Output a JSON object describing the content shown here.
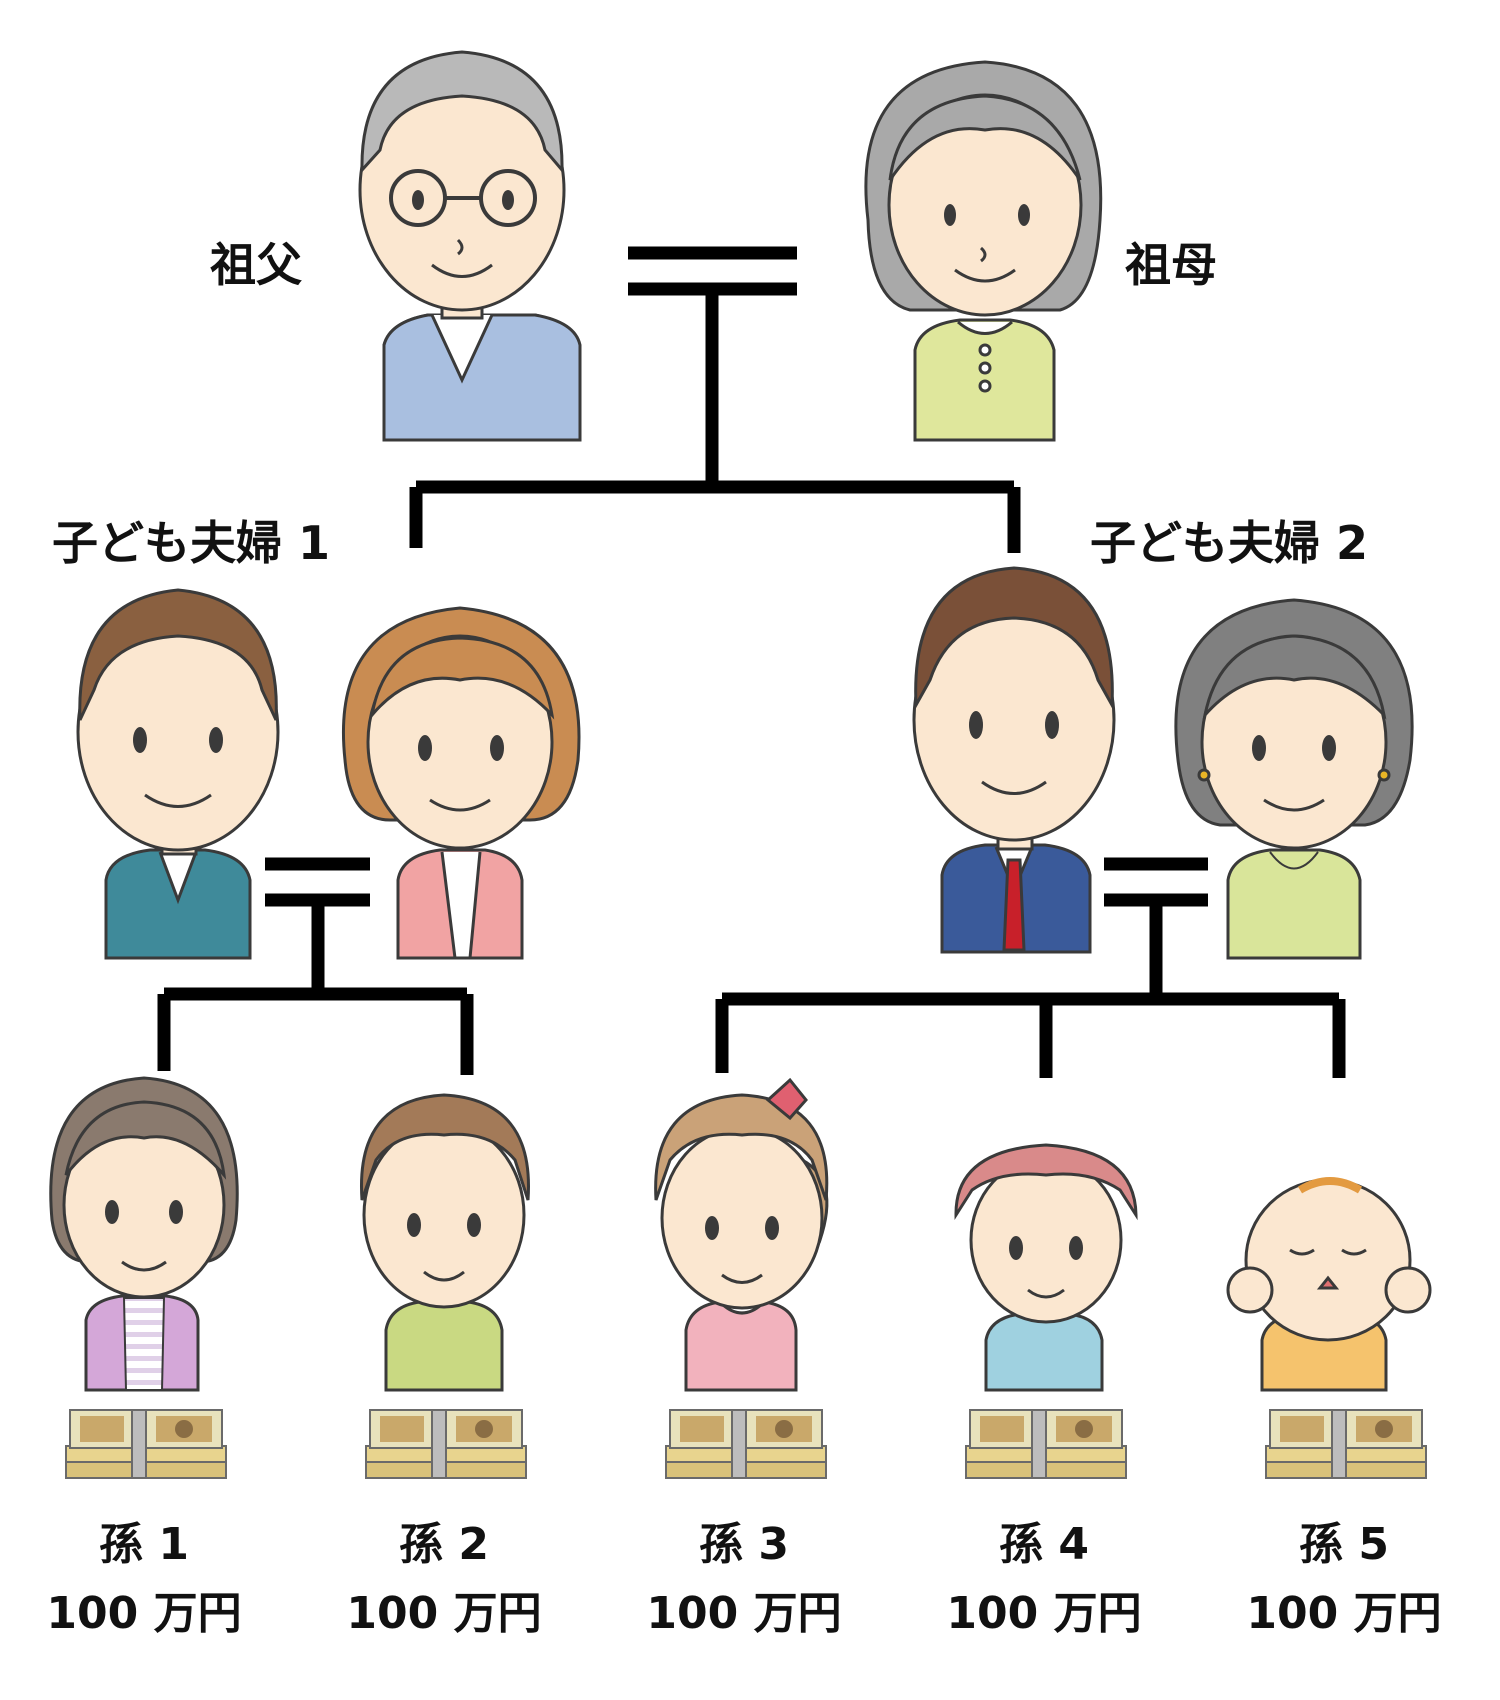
{
  "grandparents": {
    "grandfather_label": "祖父",
    "grandmother_label": "祖母"
  },
  "couples": [
    {
      "label": "子ども夫婦 1"
    },
    {
      "label": "子ども夫婦 2"
    }
  ],
  "grandchildren": [
    {
      "label": "孫 1",
      "amount": "100 万円"
    },
    {
      "label": "孫 2",
      "amount": "100 万円"
    },
    {
      "label": "孫 3",
      "amount": "100 万円"
    },
    {
      "label": "孫 4",
      "amount": "100 万円"
    },
    {
      "label": "孫 5",
      "amount": "100 万円"
    }
  ],
  "colors": {
    "skin": "#fbe7d0",
    "outline": "#3a3a3a",
    "line": "#000000"
  }
}
